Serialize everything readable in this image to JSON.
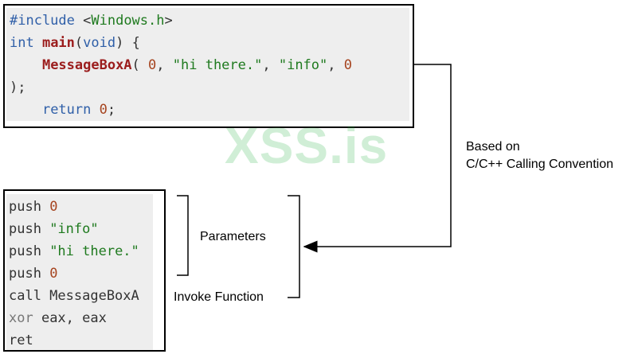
{
  "c_code": {
    "lines": [
      [
        {
          "t": "#include ",
          "c": "kw"
        },
        {
          "t": "<",
          "c": "plain"
        },
        {
          "t": "Windows.h",
          "c": "str"
        },
        {
          "t": ">",
          "c": "plain"
        }
      ],
      [
        {
          "t": "int ",
          "c": "kw"
        },
        {
          "t": "main",
          "c": "fn"
        },
        {
          "t": "(",
          "c": "plain"
        },
        {
          "t": "void",
          "c": "kw"
        },
        {
          "t": ") {",
          "c": "plain"
        }
      ],
      [
        {
          "t": "    ",
          "c": "plain"
        },
        {
          "t": "MessageBoxA",
          "c": "fn"
        },
        {
          "t": "( ",
          "c": "plain"
        },
        {
          "t": "0",
          "c": "num"
        },
        {
          "t": ", ",
          "c": "plain"
        },
        {
          "t": "\"hi there.\"",
          "c": "str"
        },
        {
          "t": ", ",
          "c": "plain"
        },
        {
          "t": "\"info\"",
          "c": "str"
        },
        {
          "t": ", ",
          "c": "plain"
        },
        {
          "t": "0",
          "c": "num"
        }
      ],
      [
        {
          "t": ");",
          "c": "plain"
        }
      ],
      [
        {
          "t": "    ",
          "c": "plain"
        },
        {
          "t": "return ",
          "c": "kw"
        },
        {
          "t": "0",
          "c": "num"
        },
        {
          "t": ";",
          "c": "plain"
        }
      ]
    ]
  },
  "asm_code": {
    "lines": [
      [
        {
          "t": "push ",
          "c": "plain"
        },
        {
          "t": "0",
          "c": "num"
        }
      ],
      [
        {
          "t": "push ",
          "c": "plain"
        },
        {
          "t": "\"info\"",
          "c": "str"
        }
      ],
      [
        {
          "t": "push ",
          "c": "plain"
        },
        {
          "t": "\"hi there.\"",
          "c": "str"
        }
      ],
      [
        {
          "t": "push ",
          "c": "plain"
        },
        {
          "t": "0",
          "c": "num"
        }
      ],
      [
        {
          "t": "call MessageBoxA",
          "c": "plain"
        }
      ],
      [
        {
          "t": "xor ",
          "c": "ptype"
        },
        {
          "t": "eax, eax",
          "c": "plain"
        }
      ],
      [
        {
          "t": "ret",
          "c": "plain"
        }
      ]
    ]
  },
  "labels": {
    "convention_line1": "Based on",
    "convention_line2": "C/C++ Calling Convention",
    "parameters": "Parameters",
    "invoke": "Invoke Function"
  },
  "watermark": "XSS.is",
  "colors": {
    "keyword": "#2f5fa8",
    "string": "#1f7a1f",
    "number": "#a6441f",
    "function": "#9b1c1c",
    "watermark": "#2db34a"
  }
}
